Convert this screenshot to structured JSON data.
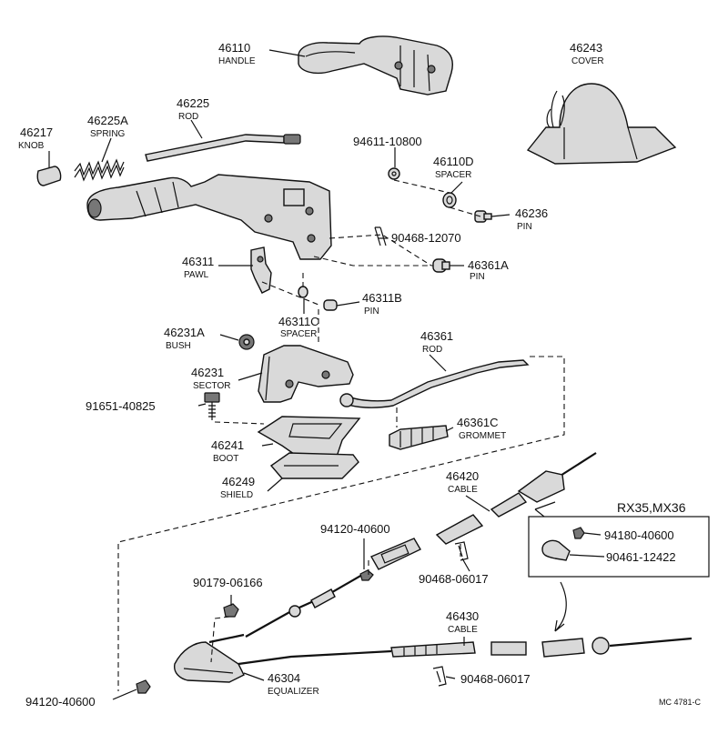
{
  "parts": [
    {
      "number": "46110",
      "name": "HANDLE"
    },
    {
      "number": "46243",
      "name": "COVER"
    },
    {
      "number": "46225",
      "name": "ROD"
    },
    {
      "number": "46217",
      "name": "KNOB"
    },
    {
      "number": "46225A",
      "name": "SPRING"
    },
    {
      "number": "94611-10800",
      "name": ""
    },
    {
      "number": "46110D",
      "name": "SPACER"
    },
    {
      "number": "46236",
      "name": "PIN"
    },
    {
      "number": "90468-12070",
      "name": ""
    },
    {
      "number": "46361A",
      "name": "PIN"
    },
    {
      "number": "46311",
      "name": "PAWL"
    },
    {
      "number": "46311B",
      "name": "PIN"
    },
    {
      "number": "46311C",
      "name": "SPACER"
    },
    {
      "number": "46231A",
      "name": "BUSH"
    },
    {
      "number": "46361",
      "name": "ROD"
    },
    {
      "number": "46231",
      "name": "SECTOR"
    },
    {
      "number": "91651-40825",
      "name": ""
    },
    {
      "number": "46361C",
      "name": "GROMMET"
    },
    {
      "number": "46241",
      "name": "BOOT"
    },
    {
      "number": "46249",
      "name": "SHIELD"
    },
    {
      "number": "46420",
      "name": "CABLE"
    },
    {
      "number": "94120-40600",
      "name": ""
    },
    {
      "number": "90468-06017",
      "name": ""
    },
    {
      "number": "90179-06166",
      "name": ""
    },
    {
      "number": "46430",
      "name": "CABLE"
    },
    {
      "number": "90468-06017",
      "name": ""
    },
    {
      "number": "46304",
      "name": "EQUALIZER"
    },
    {
      "number": "94120-40600",
      "name": ""
    }
  ],
  "variant": {
    "title": "RX35,MX36",
    "parts": [
      {
        "number": "94180-40600"
      },
      {
        "number": "90461-12422"
      }
    ]
  },
  "catalog_code": "MC 4781-C"
}
